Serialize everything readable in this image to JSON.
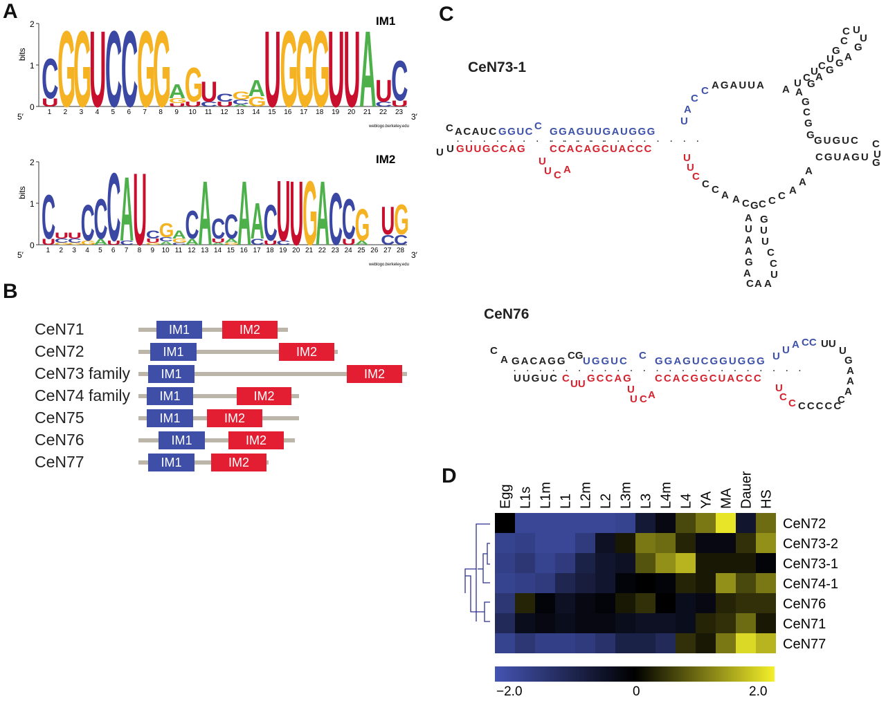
{
  "panels": {
    "a": "A",
    "b": "B",
    "c": "C",
    "d": "D"
  },
  "logos": {
    "im1": {
      "title": "IM1",
      "ylabel": "bits",
      "ticks": [
        "2",
        "1",
        "0"
      ],
      "five": "5′",
      "three": "3′",
      "credit": "weblogo.berkeley.edu",
      "positions": [
        "1",
        "2",
        "3",
        "4",
        "5",
        "6",
        "7",
        "8",
        "9",
        "10",
        "11",
        "12",
        "13",
        "14",
        "15",
        "16",
        "17",
        "18",
        "19",
        "20",
        "21",
        "22",
        "23"
      ],
      "letters": [
        {
          "pos": 1,
          "stack": [
            [
              "C",
              1.0
            ],
            [
              "U",
              0.2
            ]
          ]
        },
        {
          "pos": 2,
          "stack": [
            [
              "G",
              1.9
            ]
          ]
        },
        {
          "pos": 3,
          "stack": [
            [
              "G",
              1.9
            ]
          ]
        },
        {
          "pos": 4,
          "stack": [
            [
              "U",
              1.9
            ]
          ]
        },
        {
          "pos": 5,
          "stack": [
            [
              "C",
              1.9
            ]
          ]
        },
        {
          "pos": 6,
          "stack": [
            [
              "C",
              1.9
            ]
          ]
        },
        {
          "pos": 7,
          "stack": [
            [
              "G",
              1.9
            ]
          ]
        },
        {
          "pos": 8,
          "stack": [
            [
              "G",
              1.9
            ]
          ]
        },
        {
          "pos": 9,
          "stack": [
            [
              "A",
              0.35
            ],
            [
              "G",
              0.12
            ],
            [
              "U",
              0.08
            ]
          ]
        },
        {
          "pos": 10,
          "stack": [
            [
              "G",
              0.85
            ],
            [
              "U",
              0.12
            ]
          ]
        },
        {
          "pos": 11,
          "stack": [
            [
              "U",
              0.5
            ],
            [
              "C",
              0.12
            ]
          ]
        },
        {
          "pos": 12,
          "stack": [
            [
              "C",
              0.2
            ],
            [
              "U",
              0.12
            ]
          ]
        },
        {
          "pos": 13,
          "stack": [
            [
              "G",
              0.2
            ],
            [
              "C",
              0.12
            ],
            [
              "A",
              0.05
            ]
          ]
        },
        {
          "pos": 14,
          "stack": [
            [
              "A",
              0.4
            ],
            [
              "G",
              0.25
            ]
          ]
        },
        {
          "pos": 15,
          "stack": [
            [
              "U",
              1.9
            ]
          ]
        },
        {
          "pos": 16,
          "stack": [
            [
              "G",
              1.9
            ]
          ]
        },
        {
          "pos": 17,
          "stack": [
            [
              "G",
              1.9
            ]
          ]
        },
        {
          "pos": 18,
          "stack": [
            [
              "G",
              1.9
            ]
          ]
        },
        {
          "pos": 19,
          "stack": [
            [
              "U",
              1.9
            ]
          ]
        },
        {
          "pos": 20,
          "stack": [
            [
              "U",
              1.9
            ]
          ]
        },
        {
          "pos": 21,
          "stack": [
            [
              "A",
              1.9
            ]
          ]
        },
        {
          "pos": 22,
          "stack": [
            [
              "U",
              0.55
            ],
            [
              "C",
              0.12
            ]
          ]
        },
        {
          "pos": 23,
          "stack": [
            [
              "C",
              1.0
            ],
            [
              "U",
              0.15
            ]
          ]
        }
      ]
    },
    "im2": {
      "title": "IM2",
      "ylabel": "bits",
      "ticks": [
        "2",
        "1",
        "0"
      ],
      "five": "5′",
      "three": "3′",
      "credit": "weblogo.berkeley.edu",
      "positions": [
        "1",
        "2",
        "3",
        "4",
        "5",
        "6",
        "7",
        "8",
        "9",
        "10",
        "11",
        "12",
        "13",
        "14",
        "15",
        "16",
        "17",
        "18",
        "19",
        "20",
        "21",
        "22",
        "23",
        "24",
        "25",
        "26",
        "27",
        "28"
      ],
      "letters": [
        {
          "pos": 1,
          "stack": [
            [
              "C",
              1.1
            ],
            [
              "U",
              0.15
            ]
          ]
        },
        {
          "pos": 2,
          "stack": [
            [
              "U",
              0.15
            ],
            [
              "C",
              0.1
            ],
            [
              "G",
              0.05
            ]
          ]
        },
        {
          "pos": 3,
          "stack": [
            [
              "U",
              0.15
            ],
            [
              "C",
              0.1
            ],
            [
              "G",
              0.05
            ]
          ]
        },
        {
          "pos": 4,
          "stack": [
            [
              "C",
              0.9
            ],
            [
              "G",
              0.1
            ]
          ]
        },
        {
          "pos": 5,
          "stack": [
            [
              "C",
              1.0
            ],
            [
              "A",
              0.15
            ]
          ]
        },
        {
          "pos": 6,
          "stack": [
            [
              "C",
              1.7
            ],
            [
              "U",
              0.1
            ]
          ]
        },
        {
          "pos": 7,
          "stack": [
            [
              "A",
              1.6
            ],
            [
              "C",
              0.1
            ]
          ]
        },
        {
          "pos": 8,
          "stack": [
            [
              "U",
              1.8
            ]
          ]
        },
        {
          "pos": 9,
          "stack": [
            [
              "C",
              0.2
            ],
            [
              "U",
              0.1
            ],
            [
              "G",
              0.05
            ]
          ]
        },
        {
          "pos": 10,
          "stack": [
            [
              "G",
              0.35
            ],
            [
              "C",
              0.1
            ],
            [
              "A",
              0.08
            ]
          ]
        },
        {
          "pos": 11,
          "stack": [
            [
              "A",
              0.2
            ],
            [
              "G",
              0.1
            ],
            [
              "C",
              0.05
            ]
          ]
        },
        {
          "pos": 12,
          "stack": [
            [
              "C",
              0.7
            ],
            [
              "A",
              0.15
            ]
          ]
        },
        {
          "pos": 13,
          "stack": [
            [
              "A",
              1.6
            ]
          ]
        },
        {
          "pos": 14,
          "stack": [
            [
              "C",
              0.5
            ],
            [
              "U",
              0.1
            ],
            [
              "A",
              0.05
            ]
          ]
        },
        {
          "pos": 15,
          "stack": [
            [
              "C",
              0.6
            ],
            [
              "A",
              0.1
            ],
            [
              "G",
              0.05
            ]
          ]
        },
        {
          "pos": 16,
          "stack": [
            [
              "A",
              1.6
            ]
          ]
        },
        {
          "pos": 17,
          "stack": [
            [
              "A",
              0.9
            ],
            [
              "C",
              0.15
            ]
          ]
        },
        {
          "pos": 18,
          "stack": [
            [
              "C",
              0.9
            ],
            [
              "U",
              0.1
            ]
          ]
        },
        {
          "pos": 19,
          "stack": [
            [
              "U",
              1.5
            ],
            [
              "C",
              0.1
            ]
          ]
        },
        {
          "pos": 20,
          "stack": [
            [
              "U",
              1.6
            ]
          ]
        },
        {
          "pos": 21,
          "stack": [
            [
              "G",
              1.6
            ]
          ]
        },
        {
          "pos": 22,
          "stack": [
            [
              "A",
              1.6
            ]
          ]
        },
        {
          "pos": 23,
          "stack": [
            [
              "C",
              1.3
            ]
          ]
        },
        {
          "pos": 24,
          "stack": [
            [
              "C",
              1.0
            ],
            [
              "U",
              0.15
            ]
          ]
        },
        {
          "pos": 25,
          "stack": [
            [
              "G",
              0.8
            ],
            [
              "A",
              0.1
            ]
          ]
        },
        {
          "pos": 26,
          "stack": []
        },
        {
          "pos": 27,
          "stack": [
            [
              "U",
              0.7
            ],
            [
              "C",
              0.25
            ]
          ]
        },
        {
          "pos": 28,
          "stack": [
            [
              "G",
              0.75
            ],
            [
              "C",
              0.25
            ]
          ]
        }
      ]
    }
  },
  "colors": {
    "A": "#4db04a",
    "C": "#3a47a3",
    "G": "#f5b324",
    "U": "#c8102e",
    "im1_box": "#3f4fa8",
    "im2_box": "#e41e32",
    "line": "#bcb6aa",
    "rna_blue": "#3d51a8",
    "rna_red": "#d4222e"
  },
  "genes": [
    {
      "name": "CeN71",
      "line": [
        200,
        416
      ],
      "im1": [
        226,
        292
      ],
      "im2": [
        321,
        401
      ]
    },
    {
      "name": "CeN72",
      "line": [
        200,
        488
      ],
      "im1": [
        217,
        284
      ],
      "im2": [
        403,
        483
      ]
    },
    {
      "name": "CeN73 family",
      "line": [
        200,
        588
      ],
      "im1": [
        214,
        281
      ],
      "im2": [
        501,
        581
      ]
    },
    {
      "name": "CeN74 family",
      "line": [
        200,
        432
      ],
      "im1": [
        212,
        279
      ],
      "im2": [
        342,
        421
      ]
    },
    {
      "name": "CeN75",
      "line": [
        200,
        432
      ],
      "im1": [
        212,
        279
      ],
      "im2": [
        299,
        379
      ]
    },
    {
      "name": "CeN76",
      "line": [
        200,
        426
      ],
      "im1": [
        229,
        296
      ],
      "im2": [
        330,
        410
      ]
    },
    {
      "name": "CeN77",
      "line": [
        200,
        388
      ],
      "im1": [
        214,
        281
      ],
      "im2": [
        305,
        385
      ]
    }
  ],
  "box_labels": {
    "im1": "IM1",
    "im2": "IM2"
  },
  "rna": {
    "cen73_title": "CeN73-1",
    "cen76_title": "CeN76"
  },
  "heatmap": {
    "columns": [
      "Egg",
      "L1s",
      "L1m",
      "L1",
      "L2m",
      "L2",
      "L3m",
      "L3",
      "L4m",
      "L4",
      "YA",
      "MA",
      "Dauer",
      "HS"
    ],
    "rows": [
      "CeN72",
      "CeN73-2",
      "CeN73-1",
      "CeN74-1",
      "CeN76",
      "CeN71",
      "CeN77"
    ],
    "values": [
      [
        0.0,
        -1.7,
        -1.7,
        -1.7,
        -1.7,
        -1.7,
        -1.6,
        -0.6,
        -0.2,
        0.6,
        1.0,
        1.9,
        -0.5,
        0.9
      ],
      [
        -1.6,
        -1.5,
        -1.7,
        -1.7,
        -1.4,
        -0.4,
        0.2,
        1.0,
        0.9,
        0.3,
        -0.2,
        -0.2,
        0.4,
        1.2
      ],
      [
        -1.5,
        -1.3,
        -1.6,
        -1.4,
        -0.8,
        -0.5,
        -0.4,
        0.7,
        1.2,
        1.5,
        0.2,
        0.2,
        0.2,
        -0.1
      ],
      [
        -1.6,
        -1.5,
        -1.4,
        -0.9,
        -0.7,
        -0.5,
        -0.1,
        0.0,
        -0.1,
        0.3,
        0.2,
        1.2,
        0.6,
        1.0
      ],
      [
        -1.3,
        0.3,
        -0.1,
        -0.4,
        -0.2,
        -0.1,
        0.2,
        0.4,
        0.0,
        -0.3,
        -0.2,
        0.3,
        0.4,
        0.4
      ],
      [
        -1.0,
        -0.3,
        -0.2,
        -0.3,
        -0.2,
        -0.2,
        -0.3,
        -0.4,
        -0.4,
        -0.3,
        0.3,
        0.4,
        0.9,
        0.2
      ],
      [
        -1.6,
        -1.3,
        -1.5,
        -1.5,
        -1.4,
        -1.2,
        -0.8,
        -0.8,
        -1.0,
        0.4,
        0.2,
        1.0,
        1.8,
        1.5
      ]
    ],
    "scale_min": "−2.0",
    "scale_mid": "0",
    "scale_max": "2.0"
  }
}
